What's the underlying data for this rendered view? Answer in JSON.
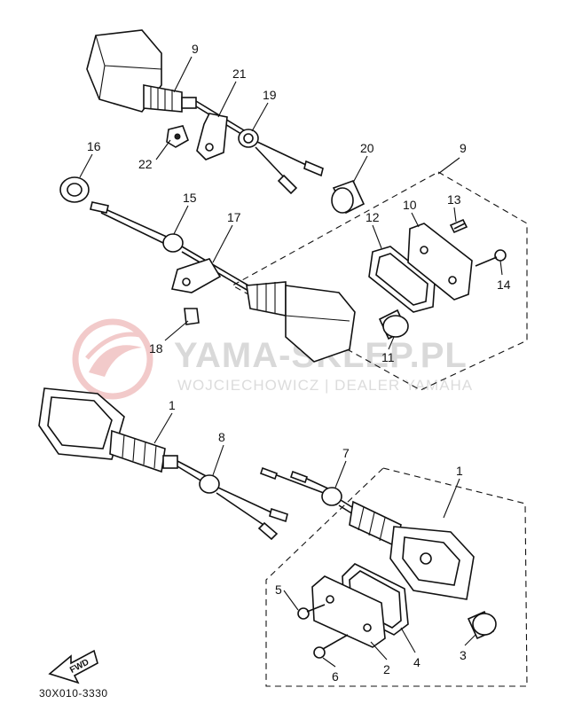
{
  "watermark": {
    "brand": "YAMA-SKLEP.PL",
    "tagline": "WOJCIECHOWICZ | DEALER YAMAHA",
    "logo_color": "#e8a0a0"
  },
  "diagram_code": "30X010-3330",
  "fwd_label": "FWD",
  "callouts": {
    "p9_top": "9",
    "p21": "21",
    "p19": "19",
    "p16": "16",
    "p22": "22",
    "p20": "20",
    "p9_box": "9",
    "p15": "15",
    "p17": "17",
    "p13": "13",
    "p10": "10",
    "p12": "12",
    "p14": "14",
    "p18": "18",
    "p11": "11",
    "p1_left": "1",
    "p8": "8",
    "p7": "7",
    "p1_right": "1",
    "p5": "5",
    "p2": "2",
    "p4": "4",
    "p3": "3",
    "p6": "6"
  }
}
